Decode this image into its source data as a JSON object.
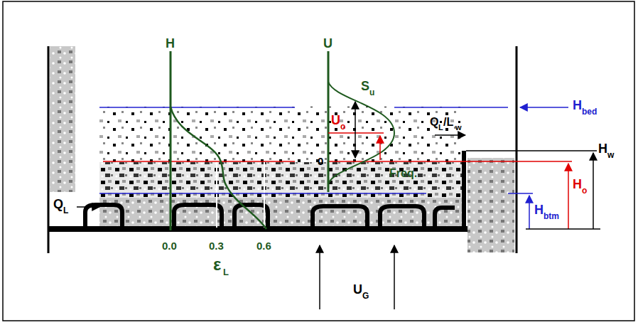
{
  "diagram": {
    "labels": [
      "Q",
      "L",
      "H",
      "0.0",
      "0.3",
      "0.6",
      "ε",
      "L",
      "U",
      "S",
      "u",
      "U",
      "o",
      "0",
      "Freq.",
      "Q",
      "L",
      "/L",
      "w",
      "H",
      "bed",
      "H",
      "w",
      "H",
      "o",
      "H",
      "btm",
      "U",
      "G"
    ]
  }
}
